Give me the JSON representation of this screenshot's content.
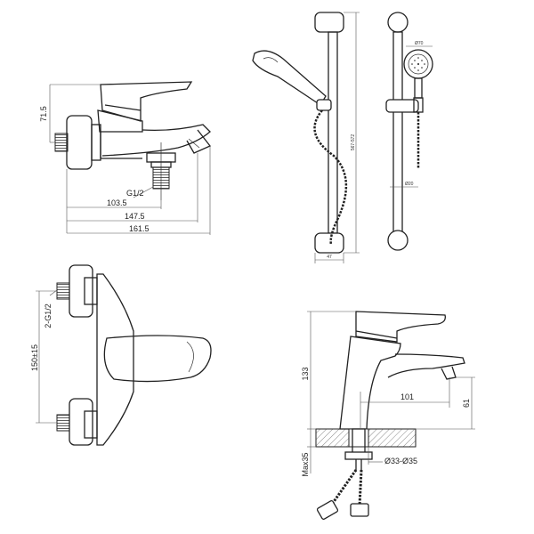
{
  "bath_mixer": {
    "dim_height": "71.5",
    "dim_thread": "G1/2",
    "dim_103": "103.5",
    "dim_147": "147.5",
    "dim_161": "161.5"
  },
  "shower_rail": {
    "dim_width": "47",
    "dim_length": "567-572",
    "dim_head_dia": "Ø70",
    "dim_bar_dia": "Ø20"
  },
  "wall_mixer_side": {
    "dim_thread": "2-G1/2",
    "dim_spacing": "150±15"
  },
  "basin_mixer": {
    "dim_height": "133",
    "dim_reach": "101",
    "dim_spout_height": "61",
    "dim_hole": "Ø33-Ø35",
    "dim_deck": "Max35"
  }
}
